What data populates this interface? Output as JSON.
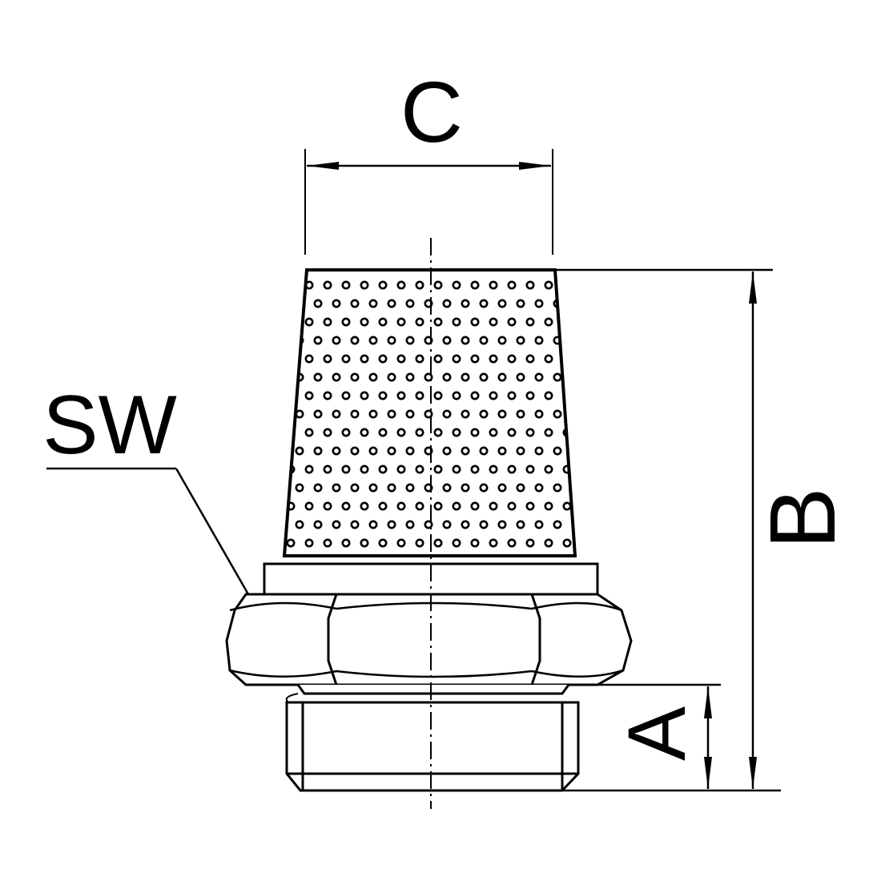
{
  "labels": {
    "diameter": "C",
    "overall_height": "B",
    "thread_length": "A",
    "wrench_size": "SW"
  },
  "colors": {
    "line": "#000000",
    "background": "#ffffff"
  }
}
